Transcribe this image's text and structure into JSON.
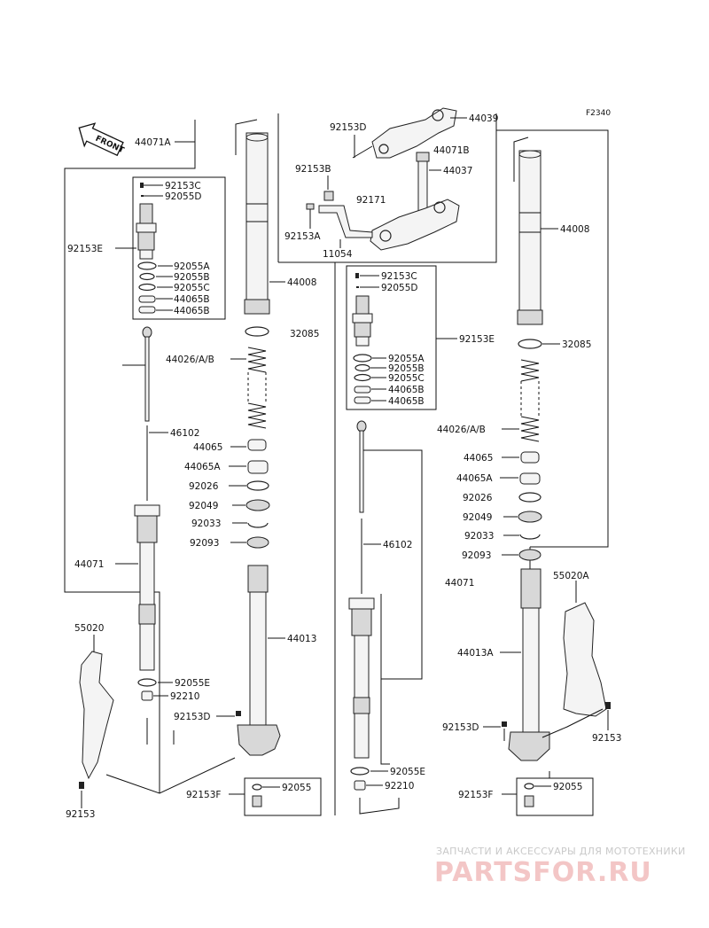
{
  "diagram_code": "F2340",
  "front_label": "FRONT",
  "top_assembly": {
    "labels": [
      "92153D",
      "44039",
      "44071B",
      "92153B",
      "44037",
      "92171",
      "92153A",
      "11054"
    ]
  },
  "left_fork": {
    "assembly_label": "44071A",
    "cap_group": [
      "92153C",
      "92055D"
    ],
    "cap_bolt": "92153E",
    "washers": [
      "92055A",
      "92055B",
      "92055C",
      "44065B",
      "44065B"
    ],
    "outer_tube": "44008",
    "oring": "32085",
    "spring": "44026/A/B",
    "rod": "46102",
    "bush1": "44065",
    "bush2": "44065A",
    "washer": "92026",
    "seal": "92049",
    "clip": "92033",
    "dust_seal": "92093",
    "cartridge": "44071",
    "guard": "55020",
    "lower_tube": "44013",
    "gasket": "92055E",
    "plug": "92210",
    "bolt_d": "92153D",
    "bolt_f": "92153F",
    "washer_bottom": "92055",
    "guard_bolt": "92153"
  },
  "right_fork": {
    "cap_group": [
      "92153C",
      "92055D"
    ],
    "cap_bolt": "92153E",
    "washers": [
      "92055A",
      "92055B",
      "92055C",
      "44065B",
      "44065B"
    ],
    "outer_tube": "44008",
    "oring": "32085",
    "spring": "44026/A/B",
    "rod": "46102",
    "bush1": "44065",
    "bush2": "44065A",
    "washer": "92026",
    "seal": "92049",
    "clip": "92033",
    "dust_seal": "92093",
    "cartridge": "44071",
    "guard": "55020A",
    "lower_tube": "44013A",
    "gasket": "92055E",
    "plug": "92210",
    "bolt_d": "92153D",
    "bolt_f": "92153F",
    "washer_bottom": "92055",
    "guard_bolt": "92153"
  },
  "watermark": {
    "top_line": "ЗАПЧАСТИ И АКСЕССУАРЫ ДЛЯ МОТОТЕХНИКИ",
    "brand": "PARTSFOR.RU"
  }
}
